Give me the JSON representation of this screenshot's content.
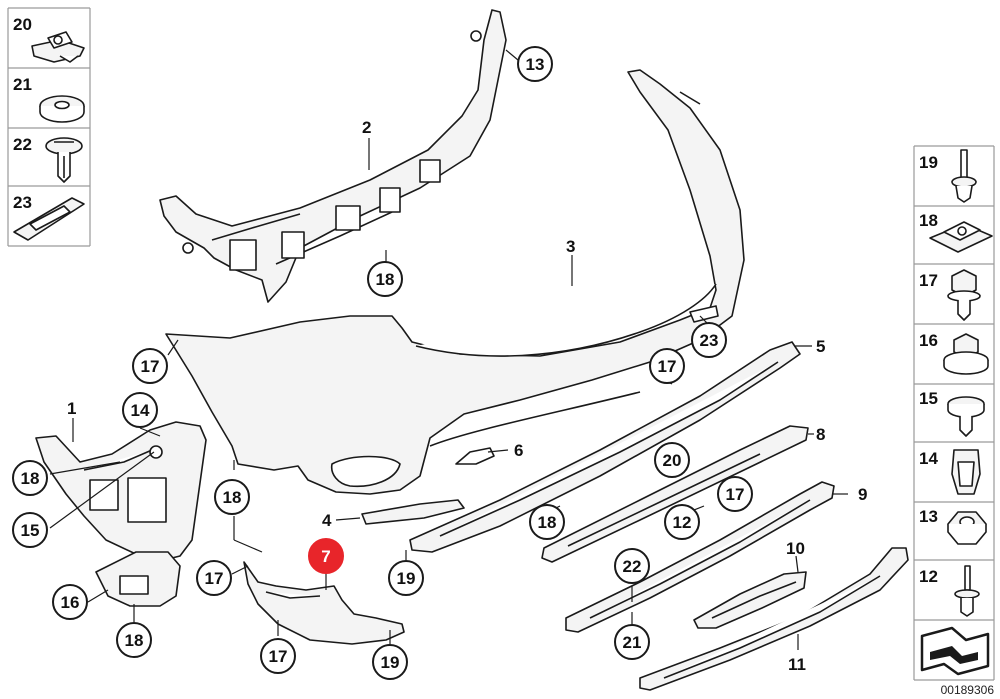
{
  "diagram": {
    "document_id": "00189306",
    "highlighted_part": "7",
    "accent_color": "#e8252a",
    "callouts": {
      "c2": "2",
      "c3": "3",
      "c4": "4",
      "c5": "5",
      "c6": "6",
      "c7": "7",
      "c8": "8",
      "c9": "9",
      "c10": "10",
      "c11": "11",
      "c13": "13",
      "c1": "1",
      "c14": "14",
      "c16": "16",
      "b18_top": "18",
      "b17_left": "17",
      "b17_mid": "17",
      "b23": "23",
      "b20": "20",
      "b17_strip": "17",
      "b12_strip": "12",
      "b18_strip": "18",
      "b22": "22",
      "b21": "21",
      "b18_left": "18",
      "b15_left": "15",
      "b18_mid": "18",
      "b17_low": "17",
      "b19_mid": "19",
      "b17_bottom": "17",
      "b19_bottom": "19",
      "b18_cut": "18"
    },
    "left_legend": [
      {
        "label": "20",
        "icon": "clip-nut-icon"
      },
      {
        "label": "21",
        "icon": "washer-icon"
      },
      {
        "label": "22",
        "icon": "expanding-rivet-icon"
      },
      {
        "label": "23",
        "icon": "bracket-strip-icon"
      }
    ],
    "right_legend": [
      {
        "label": "19",
        "icon": "push-rivet-icon"
      },
      {
        "label": "18",
        "icon": "sheet-nut-icon"
      },
      {
        "label": "17",
        "icon": "hex-screw-icon"
      },
      {
        "label": "16",
        "icon": "spreading-nut-icon"
      },
      {
        "label": "15",
        "icon": "collar-screw-icon"
      },
      {
        "label": "14",
        "icon": "clip-icon"
      },
      {
        "label": "13",
        "icon": "hex-nut-icon"
      },
      {
        "label": "12",
        "icon": "rivet-pin-icon"
      }
    ]
  }
}
